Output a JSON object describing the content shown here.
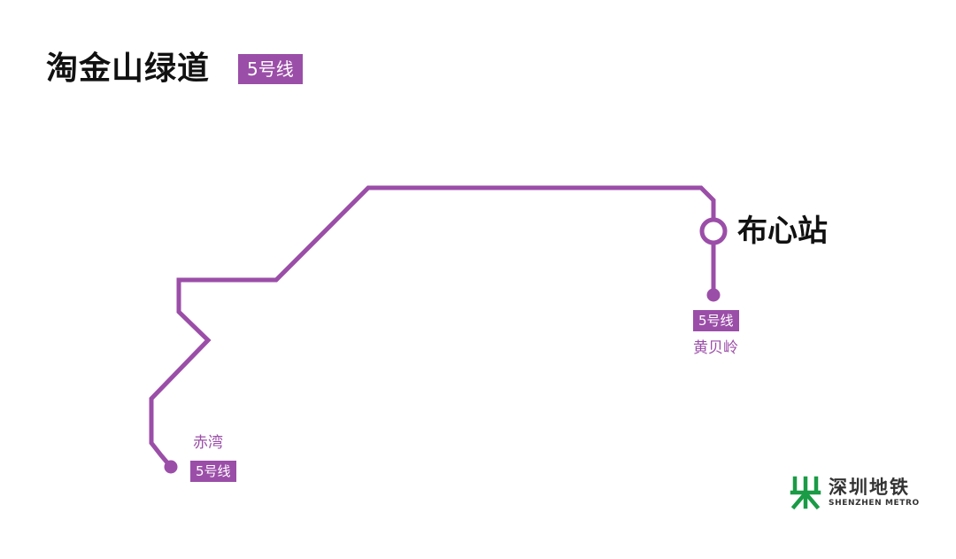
{
  "header": {
    "title": "淘金山绿道",
    "line_badge": "5号线"
  },
  "station": {
    "name": "布心站"
  },
  "terminals": [
    {
      "name": "黄贝岭",
      "line_badge": "5号线"
    },
    {
      "name": "赤湾",
      "line_badge": "5号线"
    }
  ],
  "logo": {
    "cn": "深圳地铁",
    "en": "SHENZHEN METRO",
    "icon": "shenzhen-metro-logo-icon"
  },
  "colors": {
    "line5": "#9b4ea8",
    "logo_green": "#1a9b46",
    "text": "#111111"
  }
}
